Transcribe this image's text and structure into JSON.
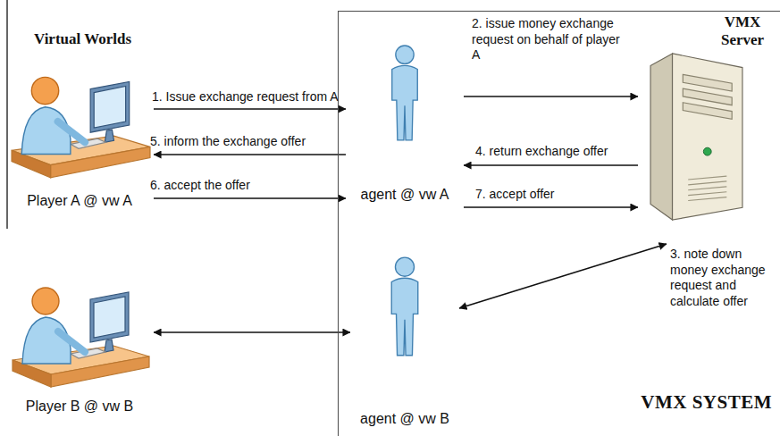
{
  "diagram": {
    "nodes": [
      {
        "text": [
          "Player A @ vw A"
        ]
      },
      {
        "text": [
          "VMX SYSTEM"
        ]
      },
      {
        "text": [
          "agent @ vw A"
        ],
        "in": 1
      },
      {
        "text": [
          "VMX Server"
        ],
        "in": 1
      },
      {
        "text": [
          "Player B @ vw B"
        ]
      },
      {
        "text": [
          "agent @ vw B"
        ],
        "in": 1
      }
    ],
    "edges": [
      {
        "from": 0,
        "to": 2,
        "arrow": "to",
        "label": "1. Issue exchange request from A"
      },
      {
        "from": 2,
        "to": 3,
        "arrow": "to",
        "label": "2. issue money exchange request on behalf of player A"
      },
      {
        "from": 3,
        "to": 2,
        "arrow": "to",
        "label": "4. return exchange offer"
      },
      {
        "from": 2,
        "to": 0,
        "arrow": "to",
        "label": "5. inform the exchange offer"
      },
      {
        "from": 0,
        "to": 2,
        "arrow": "to",
        "label": "6. accept the offer"
      },
      {
        "from": 2,
        "to": 3,
        "arrow": "to",
        "label": "7. accept offer"
      },
      {
        "from": 4,
        "to": 5,
        "arrow": "both"
      },
      {
        "from": 5,
        "to": 3,
        "arrow": "both"
      }
    ],
    "labels": [
      "Virtual Worlds",
      "3. note down money exchange request and calculate offer"
    ]
  }
}
